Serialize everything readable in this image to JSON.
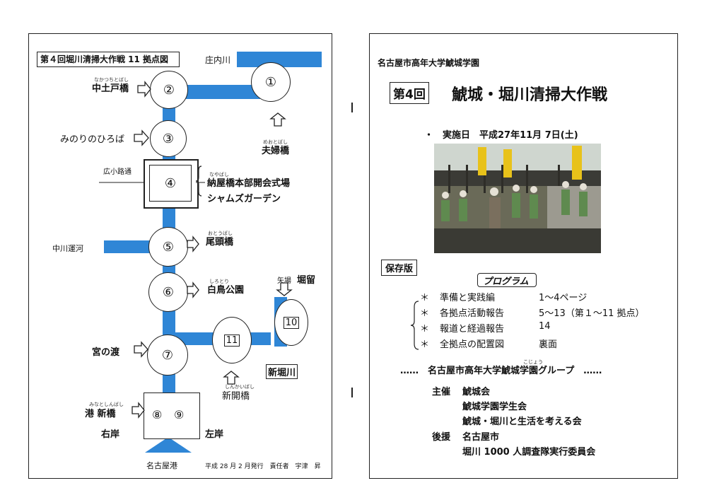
{
  "left": {
    "map_title": "第４回堀川清掃大作戦 11 拠点図",
    "shonai_label": "庄内川",
    "points": [
      {
        "num": "①",
        "name": "夫婦橋",
        "ruby": "めおとばし"
      },
      {
        "num": "②",
        "name": "中土戸橋",
        "ruby": "なかつちとばし"
      },
      {
        "num": "③",
        "name": "みのりのひろば",
        "ruby": ""
      },
      {
        "num": "④",
        "name": "納屋橋本部開会式場",
        "ruby": "なやばし"
      },
      {
        "num": "⑤",
        "name": "尾頭橋",
        "ruby": "おとうばし"
      },
      {
        "num": "⑥",
        "name": "白鳥公園",
        "ruby": "しろとり"
      },
      {
        "num": "⑦",
        "name": "宮の渡",
        "ruby": ""
      },
      {
        "num": "⑧",
        "name": "港 新橋",
        "ruby": "みなとしんばし"
      },
      {
        "num": "⑨",
        "name": "",
        "ruby": ""
      },
      {
        "num": "10",
        "name": "堀留",
        "ruby": ""
      },
      {
        "num": "11",
        "name": "新開橋",
        "ruby": "しんかいばし"
      }
    ],
    "shams": "シャムズガーデン",
    "hirokoji": "広小路通",
    "nakagawa": "中川運河",
    "yaba": "矢場",
    "shinhorikawa": "新堀川",
    "migishi": "右岸",
    "hidarigishi": "左岸",
    "nagoya_port": "名古屋港",
    "footer": "平成 28 月 2 月発行　責任者　宇津　昇"
  },
  "right": {
    "org": "名古屋市高年大学鯱城学園",
    "edition": "第4回",
    "title": "鯱城・堀川清掃大作戦",
    "date_line": "・　実施日　平成27年11月 7日(土)",
    "hozon": "保存版",
    "program_title": "プログラム",
    "program": [
      {
        "mark": "＊",
        "item": "準備と実践編",
        "page": "1～4ページ"
      },
      {
        "mark": "＊",
        "item": "各拠点活動報告",
        "page": "5～13（第１～11 拠点）"
      },
      {
        "mark": "＊",
        "item": "報道と経過報告",
        "page": "14"
      },
      {
        "mark": "＊",
        "item": "全拠点の配置図",
        "page": "裏面"
      }
    ],
    "group_line": "‥‥‥　名古屋市高年大学鯱城学園グループ　‥‥‥",
    "group_ruby": "こじょう",
    "shusai_label": "主催",
    "shusai": [
      "鯱城会",
      "鯱城学園学生会",
      "鯱城・堀川と生活を考える会"
    ],
    "koen_label": "後援",
    "koen": [
      "名古屋市",
      "堀川 1000 人調査隊実行委員会"
    ]
  },
  "colors": {
    "water": "#2f86d6",
    "banner": "#e8c21a"
  }
}
